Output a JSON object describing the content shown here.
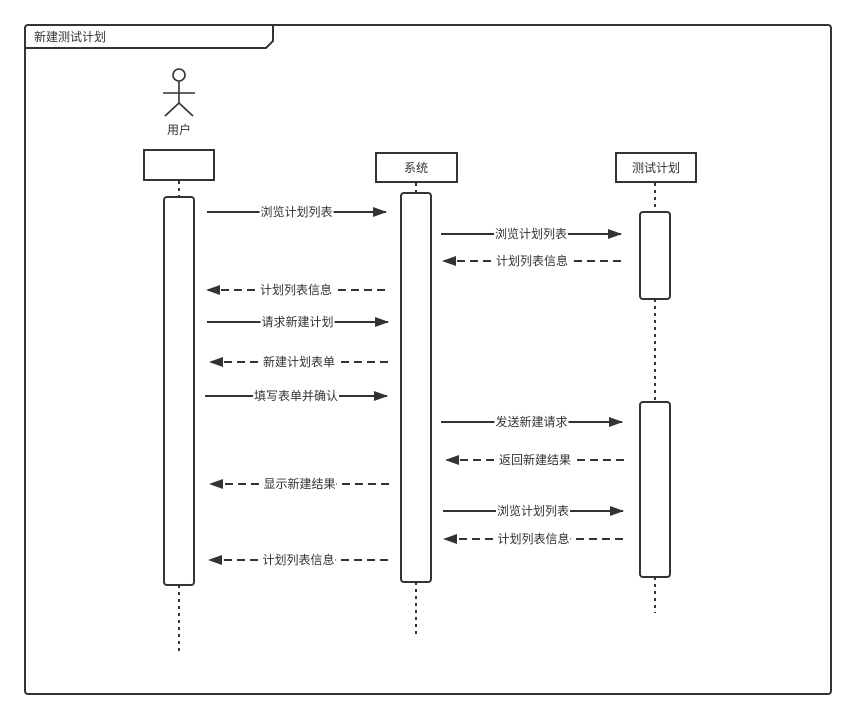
{
  "frame": {
    "title": "新建测试计划"
  },
  "actors": [
    {
      "id": "user",
      "label": "用户",
      "type": "stick-figure"
    },
    {
      "id": "system",
      "label": "系统",
      "type": "box"
    },
    {
      "id": "plan",
      "label": "测试计划",
      "type": "box"
    }
  ],
  "messages": [
    {
      "from": "user",
      "to": "system",
      "label": "浏览计划列表",
      "kind": "sync"
    },
    {
      "from": "system",
      "to": "plan",
      "label": "浏览计划列表",
      "kind": "sync"
    },
    {
      "from": "plan",
      "to": "system",
      "label": "计划列表信息",
      "kind": "return"
    },
    {
      "from": "system",
      "to": "user",
      "label": "计划列表信息",
      "kind": "return"
    },
    {
      "from": "user",
      "to": "system",
      "label": "请求新建计划",
      "kind": "sync"
    },
    {
      "from": "system",
      "to": "user",
      "label": "新建计划表单",
      "kind": "return"
    },
    {
      "from": "user",
      "to": "system",
      "label": "填写表单并确认",
      "kind": "sync"
    },
    {
      "from": "system",
      "to": "plan",
      "label": "发送新建请求",
      "kind": "sync"
    },
    {
      "from": "plan",
      "to": "system",
      "label": "返回新建结果",
      "kind": "return"
    },
    {
      "from": "system",
      "to": "user",
      "label": "显示新建结果",
      "kind": "return"
    },
    {
      "from": "system",
      "to": "plan",
      "label": "浏览计划列表",
      "kind": "sync"
    },
    {
      "from": "plan",
      "to": "system",
      "label": "计划列表信息",
      "kind": "return"
    },
    {
      "from": "system",
      "to": "user",
      "label": "计划列表信息",
      "kind": "return"
    }
  ],
  "colors": {
    "stroke": "#333333",
    "text": "#333333",
    "background": "#ffffff"
  }
}
